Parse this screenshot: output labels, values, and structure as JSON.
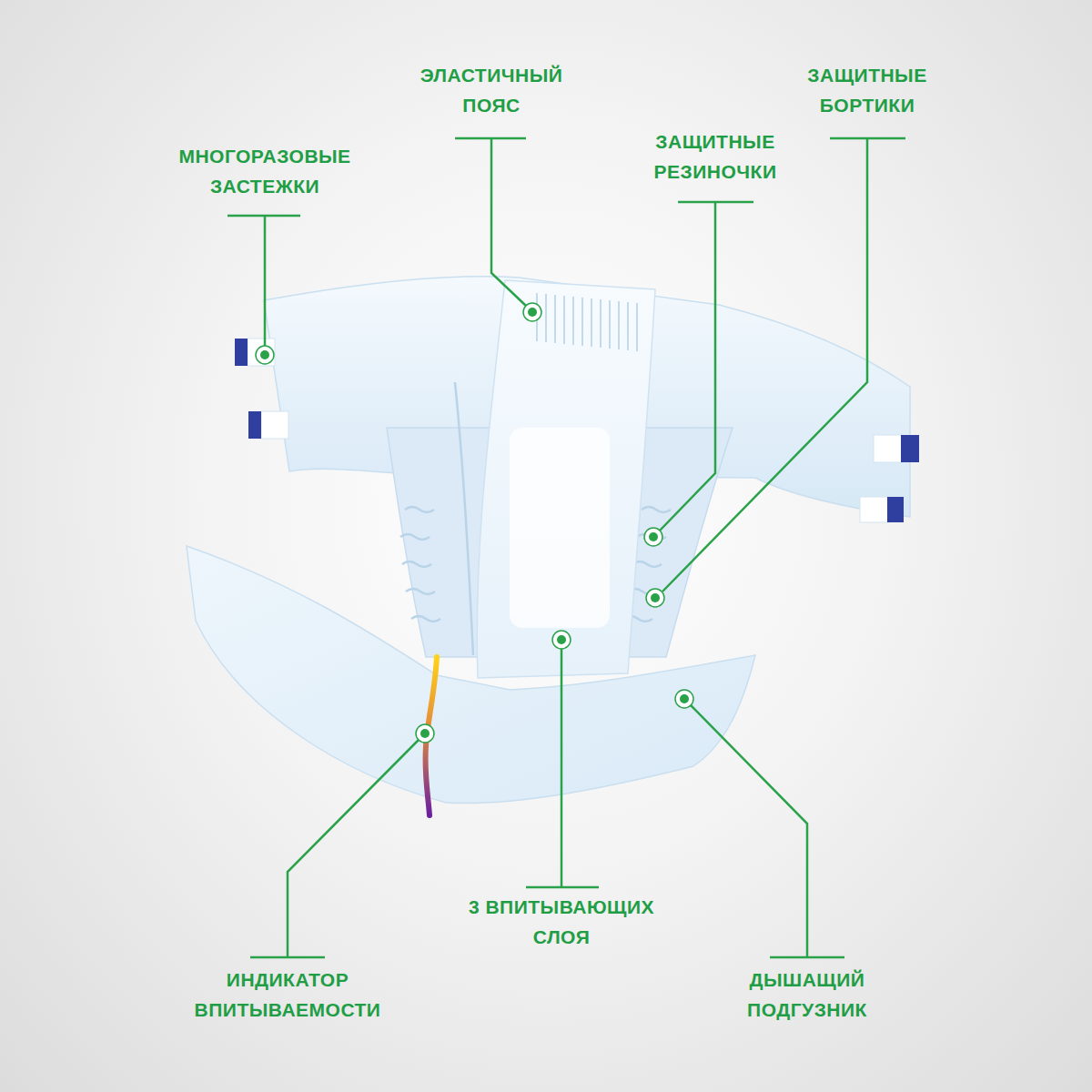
{
  "diagram": {
    "labels": [
      "МНОГОРАЗОВЫЕ ЗАСТЕЖКИ",
      "ЭЛАСТИЧНЫЙ ПОЯС",
      "ЗАЩИТНЫЕ РЕЗИНОЧКИ",
      "ЗАЩИТНЫЕ БОРТИКИ",
      "ИНДИКАТОР ВПИТЫВАЕМОСТИ",
      "3 ВПИТЫВАЮЩИХ СЛОЯ",
      "ДЫШАЩИЙ ПОДГУЗНИК"
    ]
  }
}
